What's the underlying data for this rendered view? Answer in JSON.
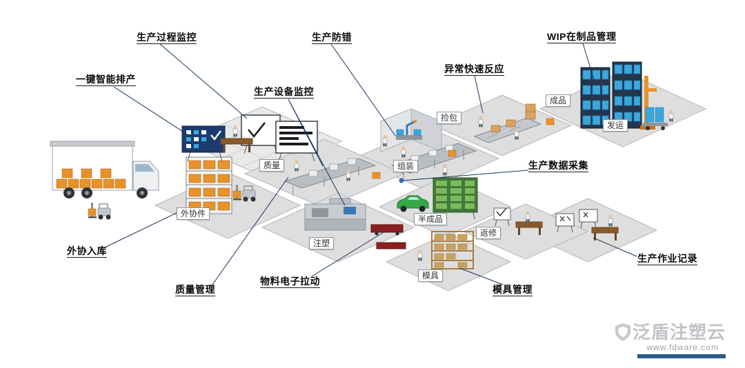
{
  "callouts": [
    {
      "id": "production-process-monitoring",
      "label": "生产过程监控"
    },
    {
      "id": "one-key-smart-scheduling",
      "label": "一键智能排产"
    },
    {
      "id": "production-error-proofing",
      "label": "生产防错"
    },
    {
      "id": "production-equipment-monitoring",
      "label": "生产设备监控"
    },
    {
      "id": "abnormal-quick-response",
      "label": "异常快速反应"
    },
    {
      "id": "wip-management",
      "label": "WIP在制品管理"
    },
    {
      "id": "production-data-collection",
      "label": "生产数据采集"
    },
    {
      "id": "outsourcing-inbound",
      "label": "外协入库"
    },
    {
      "id": "quality-management",
      "label": "质量管理"
    },
    {
      "id": "material-electronic-pull",
      "label": "物料电子拉动"
    },
    {
      "id": "mold-management",
      "label": "模具管理"
    },
    {
      "id": "production-operation-records",
      "label": "生产作业记录"
    }
  ],
  "stations": [
    {
      "id": "quality",
      "label": "质量"
    },
    {
      "id": "outsourced-parts",
      "label": "外协件"
    },
    {
      "id": "injection-molding",
      "label": "注塑"
    },
    {
      "id": "assembly",
      "label": "组装"
    },
    {
      "id": "semi-finished",
      "label": "半成品"
    },
    {
      "id": "mold",
      "label": "模具"
    },
    {
      "id": "rework",
      "label": "返修"
    },
    {
      "id": "packing",
      "label": "捡包"
    },
    {
      "id": "finished-goods",
      "label": "成品"
    },
    {
      "id": "shipping",
      "label": "发运"
    }
  ],
  "watermark": {
    "brand": "泛盾注塑云",
    "url": "www.fdware.com"
  },
  "colors": {
    "background": "#ffffff",
    "platform": "#dedede",
    "leader_line": "#16355e",
    "orange_box": "#e8922a",
    "blue_box": "#3aa8dc",
    "navy_rack": "#24364e",
    "dashboard_navy": "#1d3b6e",
    "green_board": "#3f7a37",
    "green_car": "#35a84a",
    "agv_red": "#8b2020",
    "mold_tan": "#a97c3f",
    "brand_gray": "#c0c3c7",
    "brand_bar_blue": "#2a5a86"
  }
}
